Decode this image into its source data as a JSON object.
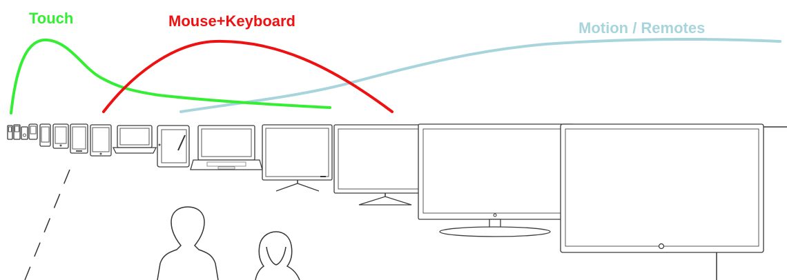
{
  "labels": {
    "touch": "Touch",
    "mouse_keyboard": "Mouse+Keyboard",
    "motion_remotes": "Motion / Remotes"
  },
  "colors": {
    "touch": "#33ee33",
    "mouse_keyboard": "#ee1111",
    "motion_remotes": "#a8d4dc",
    "outline": "#333333"
  }
}
